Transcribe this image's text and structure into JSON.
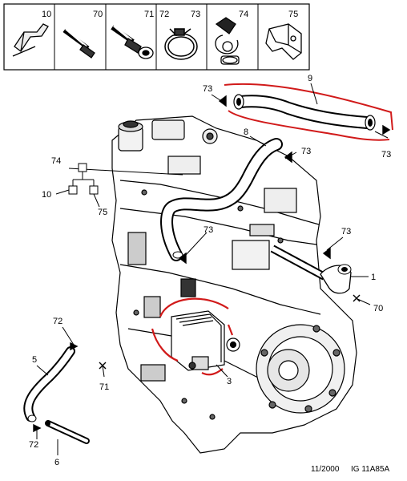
{
  "header_parts": [
    {
      "ref": "10",
      "icon": "bracket-clip-icon"
    },
    {
      "ref": "70",
      "icon": "screw-icon"
    },
    {
      "ref": "71",
      "icon": "bolt-washer-icon"
    },
    {
      "ref": "72",
      "ref2": "73",
      "icon": "hose-clamp-icon"
    },
    {
      "ref": "74",
      "icon": "hose-clip-icon"
    },
    {
      "ref": "75",
      "icon": "mounting-bracket-icon"
    }
  ],
  "callouts": {
    "c1": "1",
    "c3": "3",
    "c5": "5",
    "c6": "6",
    "c8": "8",
    "c9": "9",
    "c73a": "73",
    "c73b": "73",
    "c73c": "73",
    "c73d": "73",
    "c73e": "73",
    "c74": "74",
    "c10": "10",
    "c75": "75",
    "c70": "70",
    "c71": "71",
    "c72a": "72",
    "c72b": "72"
  },
  "footer": {
    "date": "11/2000",
    "code": "IG 11A85A"
  },
  "colors": {
    "highlight": "#d11a1a",
    "line": "#000000"
  }
}
